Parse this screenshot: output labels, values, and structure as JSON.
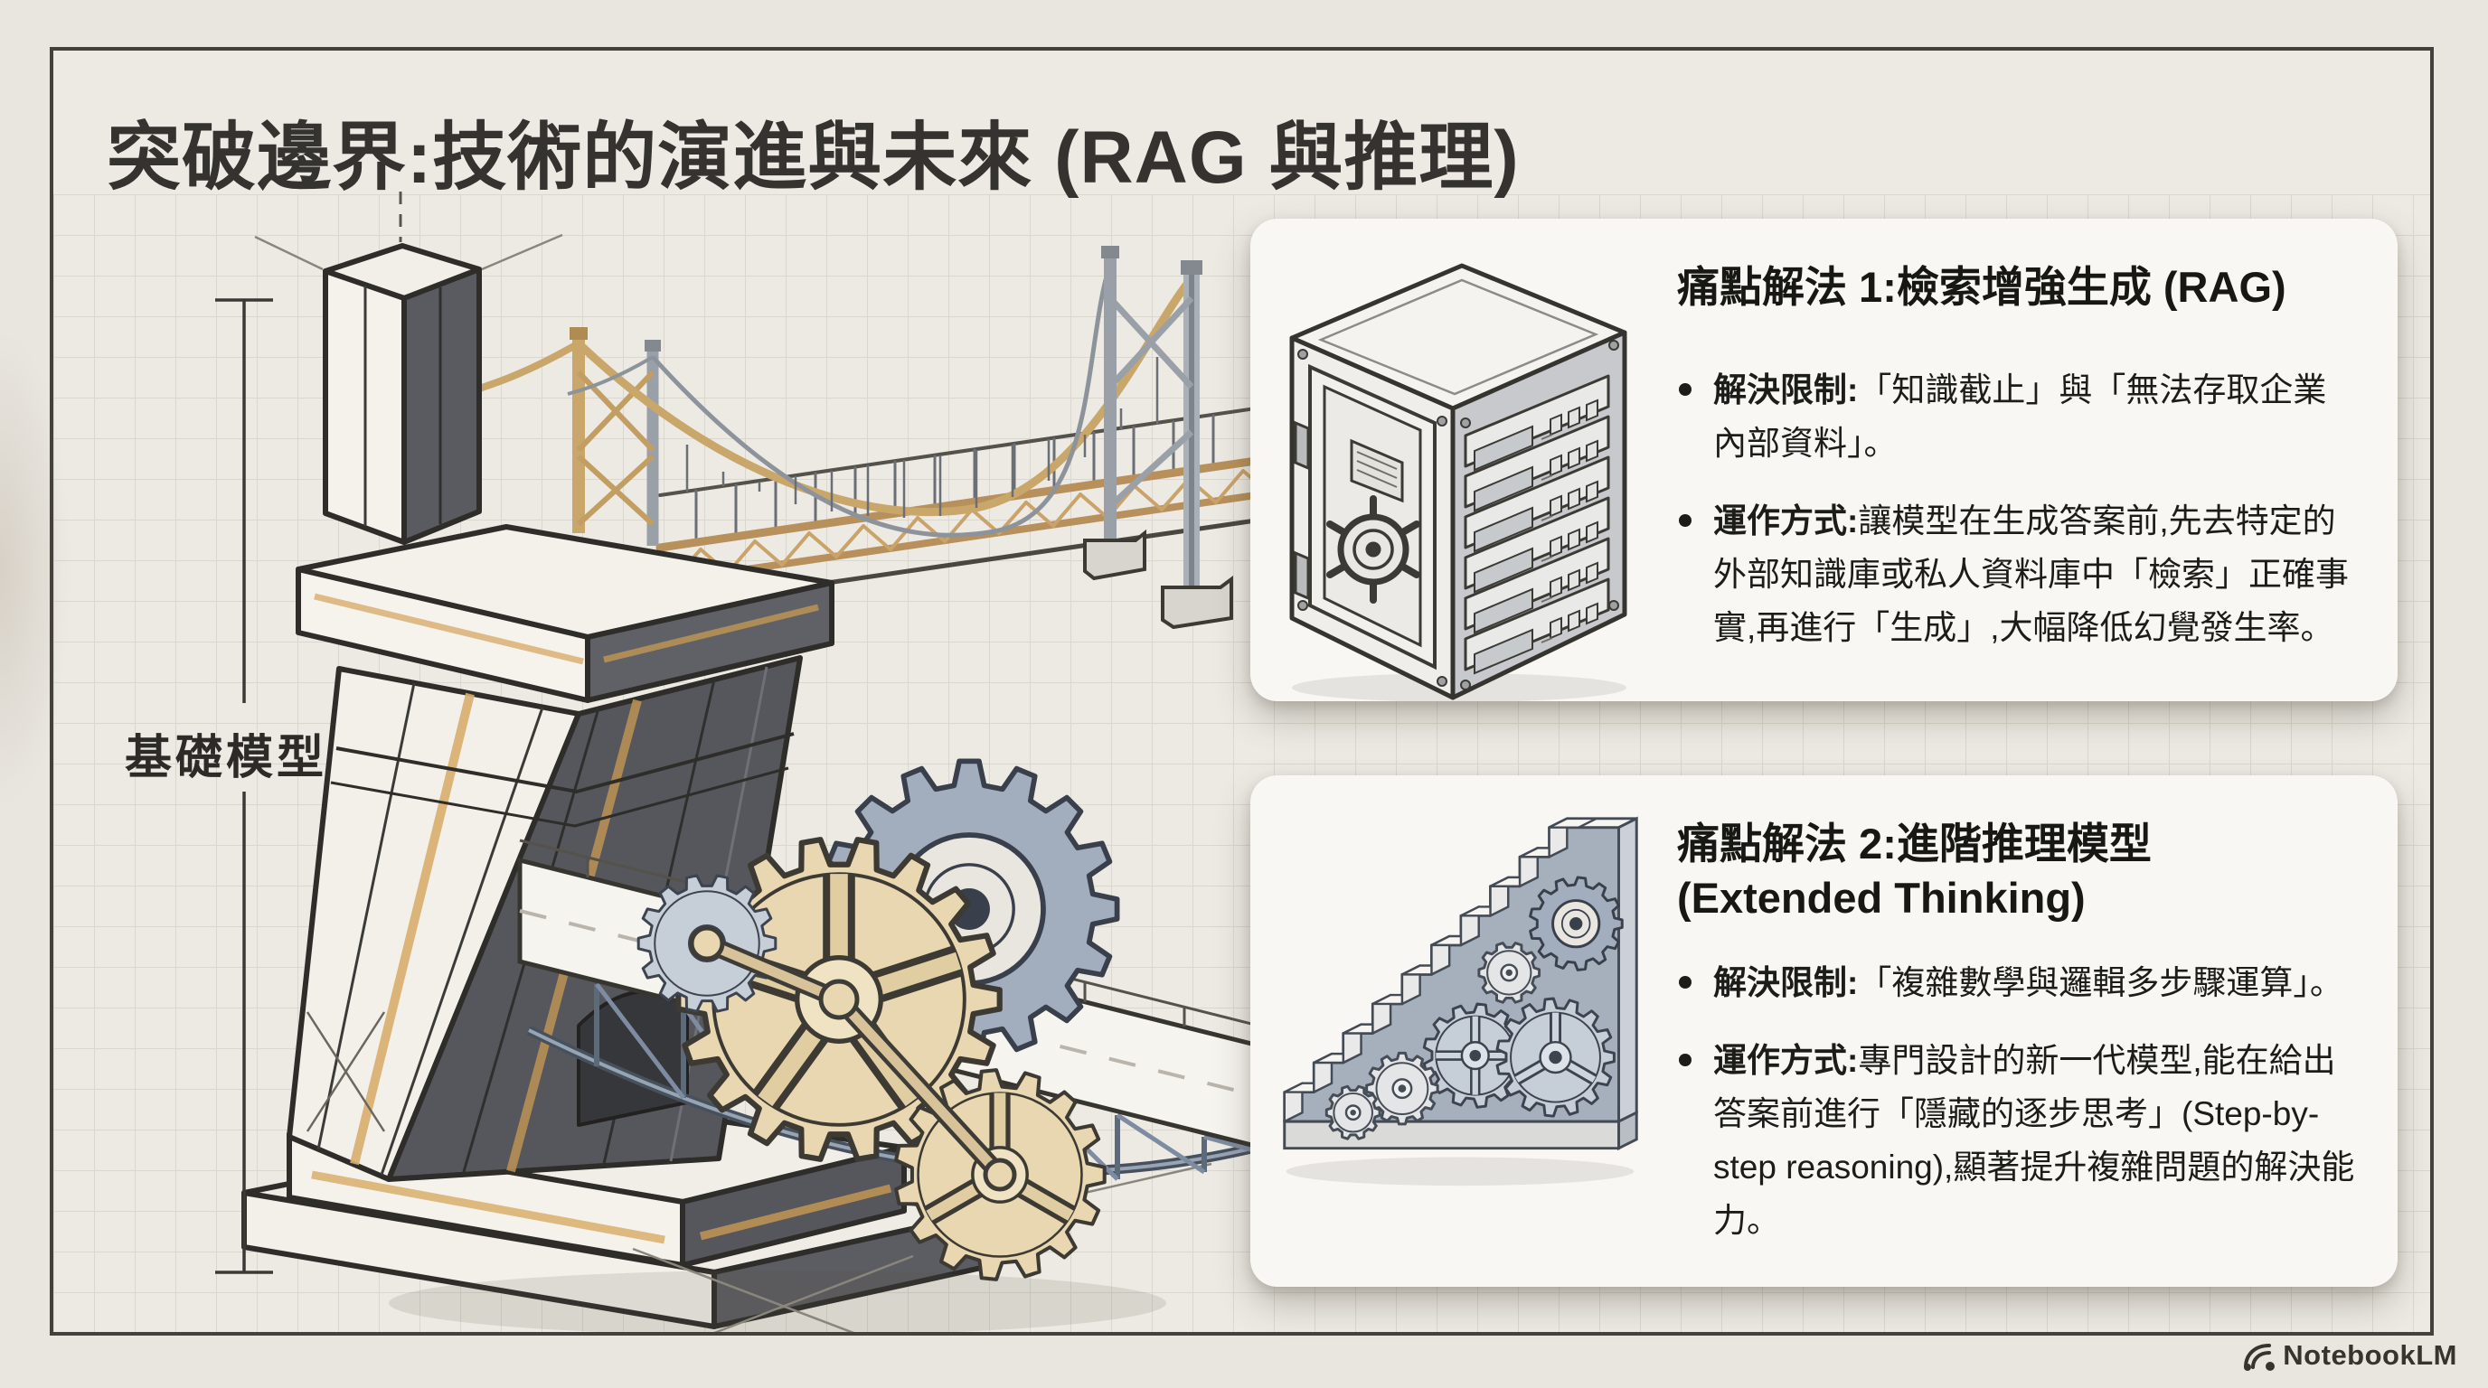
{
  "page": {
    "title": "突破邊界:技術的演進與未來 (RAG 與推理)",
    "watermark": "NotebookLM"
  },
  "diagram": {
    "pillar_label": "基礎模型",
    "scene": "blueprint drawing of a foundation pylon supporting a suspension bridge and a descending gear-driven truss bridge",
    "icons": [
      "vault-server-icon",
      "staircase-gears-icon"
    ]
  },
  "cards": [
    {
      "heading": "痛點解法 1:檢索增強生成 (RAG)",
      "heading_en": "",
      "icon": "vault-server-icon",
      "bullets": [
        {
          "label": "解決限制:",
          "text": "「知識截止」與「無法存取企業內部資料」。"
        },
        {
          "label": "運作方式:",
          "text": "讓模型在生成答案前,先去特定的外部知識庫或私人資料庫中「檢索」正確事實,再進行「生成」,大幅降低幻覺發生率。"
        }
      ]
    },
    {
      "heading": "痛點解法 2:進階推理模型",
      "heading_en": "(Extended Thinking)",
      "icon": "staircase-gears-icon",
      "bullets": [
        {
          "label": "解決限制:",
          "text": "「複雜數學與邏輯多步驟運算」。"
        },
        {
          "label": "運作方式:",
          "text": "專門設計的新一代模型,能在給出答案前進行「隱藏的逐步思考」(Step-by-step reasoning),顯著提升複雜問題的解決能力。"
        }
      ]
    }
  ],
  "colors": {
    "paper": "#edeae4",
    "grid_line": "#d4d1c9",
    "frame": "#43413d",
    "ink": "#31302c",
    "card_bg": "#f8f7f4",
    "accent_tan": "#c9a76b",
    "steel_blue": "#8593a6"
  }
}
